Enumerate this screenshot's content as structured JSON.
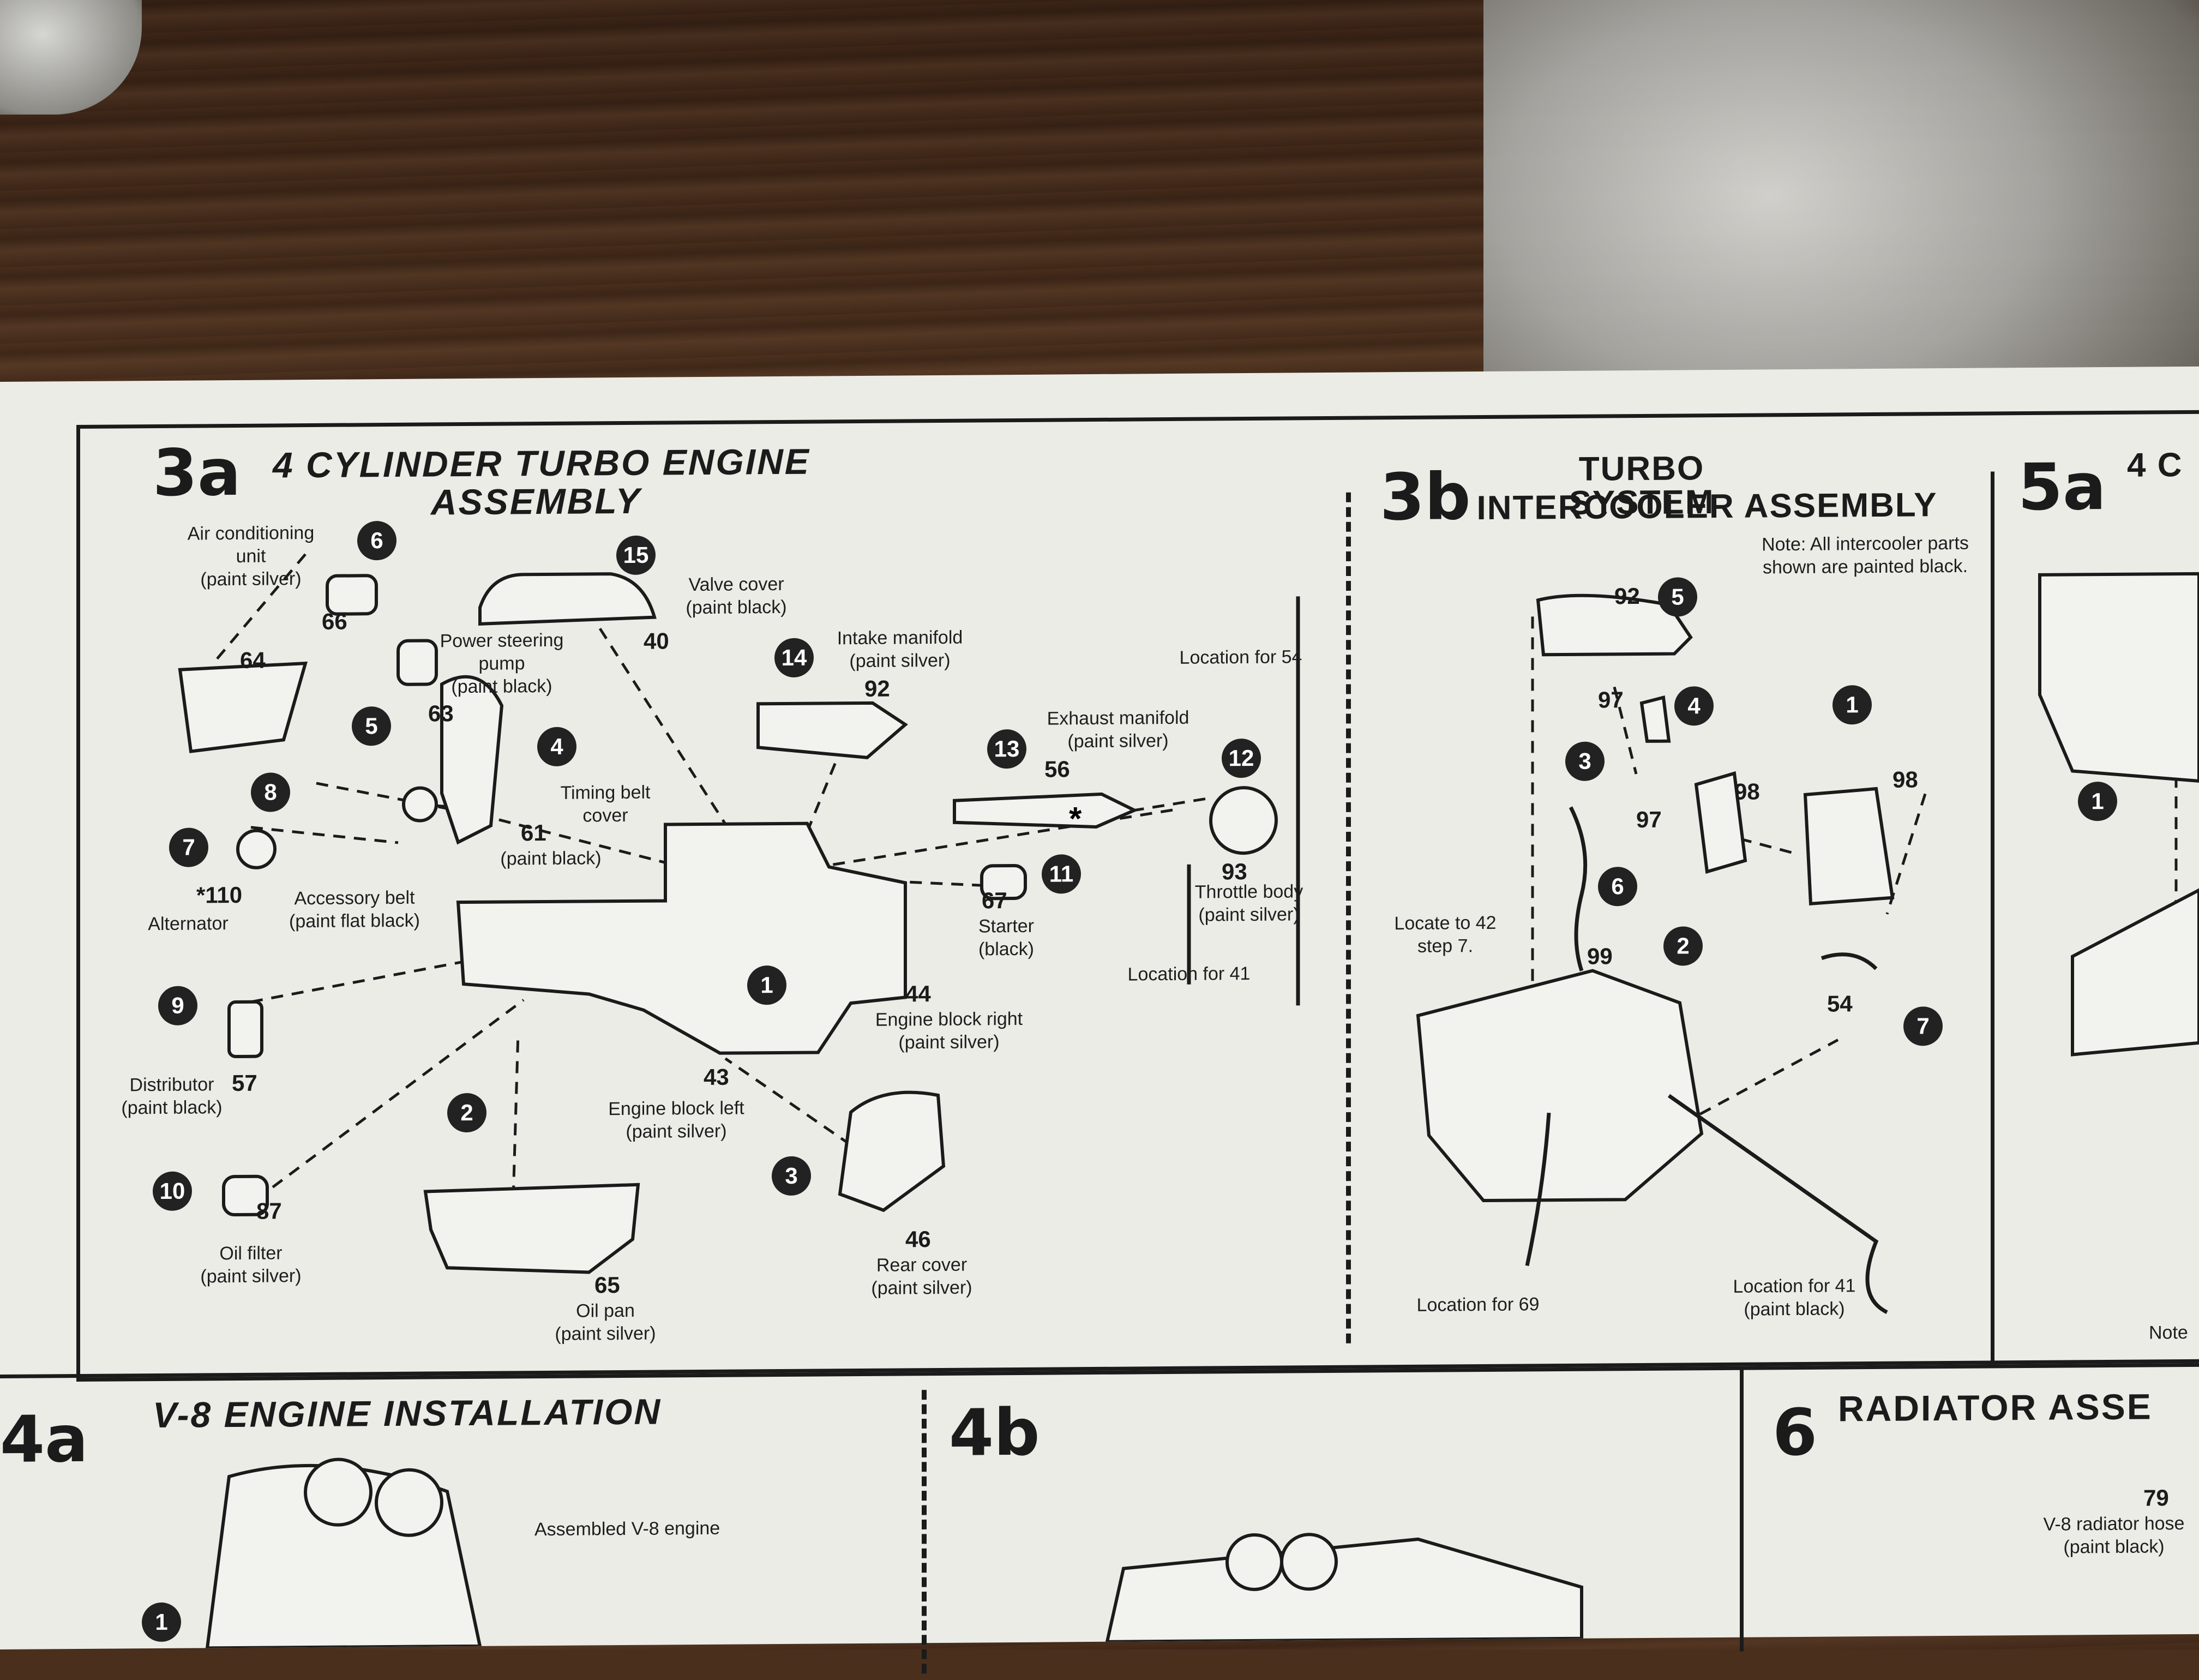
{
  "sections": {
    "s3a": {
      "step": "3a",
      "title_line1": "4 CYLINDER TURBO ENGINE",
      "title_line2": "ASSEMBLY",
      "callouts": [
        {
          "key": "air_cond",
          "circle": "6",
          "part": "66",
          "text": [
            "Air conditioning",
            "unit",
            "(paint silver)"
          ]
        },
        {
          "key": "valve_cover",
          "circle": "15",
          "part": "40",
          "text": [
            "Valve cover",
            "(paint black)"
          ]
        },
        {
          "key": "bracket",
          "part": "64"
        },
        {
          "key": "ps_pump",
          "circle": "5",
          "part": "63",
          "text": [
            "Power steering",
            "pump",
            "(paint black)"
          ]
        },
        {
          "key": "intake",
          "circle": "14",
          "part": "92",
          "text": [
            "Intake manifold",
            "(paint silver)"
          ]
        },
        {
          "key": "timing",
          "circle": "4",
          "part": "61",
          "text": [
            "Timing belt",
            "cover",
            "(paint black)"
          ]
        },
        {
          "key": "exhaust",
          "circle": "13",
          "part": "56",
          "text": [
            "Exhaust manifold",
            "(paint silver)"
          ]
        },
        {
          "key": "loc54",
          "text": [
            "Location for 54"
          ]
        },
        {
          "key": "throttle",
          "circle": "12",
          "part": "93",
          "text": [
            "Throttle body",
            "(paint silver)"
          ]
        },
        {
          "key": "belt",
          "circle": "8",
          "text": [
            "Accessory belt",
            "(paint flat black)"
          ]
        },
        {
          "key": "alternator",
          "circle": "7",
          "part": "*110",
          "text": [
            "Alternator"
          ]
        },
        {
          "key": "starter",
          "circle": "11",
          "part": "67",
          "text": [
            "Starter",
            "(black)"
          ]
        },
        {
          "key": "loc41",
          "text": [
            "Location for 41"
          ]
        },
        {
          "key": "block_right",
          "circle": "1",
          "part": "44",
          "text": [
            "Engine block right",
            "(paint silver)"
          ]
        },
        {
          "key": "distributor",
          "circle": "9",
          "part": "57",
          "text": [
            "Distributor",
            "(paint black)"
          ]
        },
        {
          "key": "block_left",
          "circle": "2",
          "part": "43",
          "text": [
            "Engine block left",
            "(paint silver)"
          ]
        },
        {
          "key": "oil_filter",
          "circle": "10",
          "part": "87",
          "text": [
            "Oil filter",
            "(paint silver)"
          ]
        },
        {
          "key": "oil_pan",
          "part": "65",
          "text": [
            "Oil pan",
            "(paint silver)"
          ]
        },
        {
          "key": "rear_cover",
          "circle": "3",
          "part": "46",
          "text": [
            "Rear cover",
            "(paint silver)"
          ]
        }
      ]
    },
    "s3b": {
      "step": "3b",
      "title_line1": "TURBO SYSTEM",
      "title_line2": "INTERCOOLER ASSEMBLY",
      "note": [
        "Note: All intercooler parts",
        "shown are painted black."
      ],
      "parts": {
        "p92": "92",
        "c5": "5",
        "p97a": "97",
        "c4": "4",
        "c1": "1",
        "p98a": "98",
        "p98b": "98",
        "c3": "3",
        "p97b": "97",
        "c6": "6",
        "p99": "99",
        "c2": "2",
        "p54": "54",
        "c7": "7"
      },
      "locate42": [
        "Locate to 42",
        "step 7."
      ],
      "loc69": "Location for 69",
      "loc41": [
        "Location for 41",
        "(paint black)"
      ]
    },
    "s5a": {
      "step": "5a",
      "title": "4 C",
      "circle": "1",
      "note": "Note"
    },
    "s4a": {
      "step": "4a",
      "title": "V-8 ENGINE INSTALLATION",
      "text": "Assembled V-8 engine",
      "circle": "1"
    },
    "s4b": {
      "step": "4b"
    },
    "s6": {
      "step": "6",
      "title": "RADIATOR ASSE",
      "part": "79",
      "text": [
        "V-8 radiator hose",
        "(paint black)"
      ]
    }
  }
}
